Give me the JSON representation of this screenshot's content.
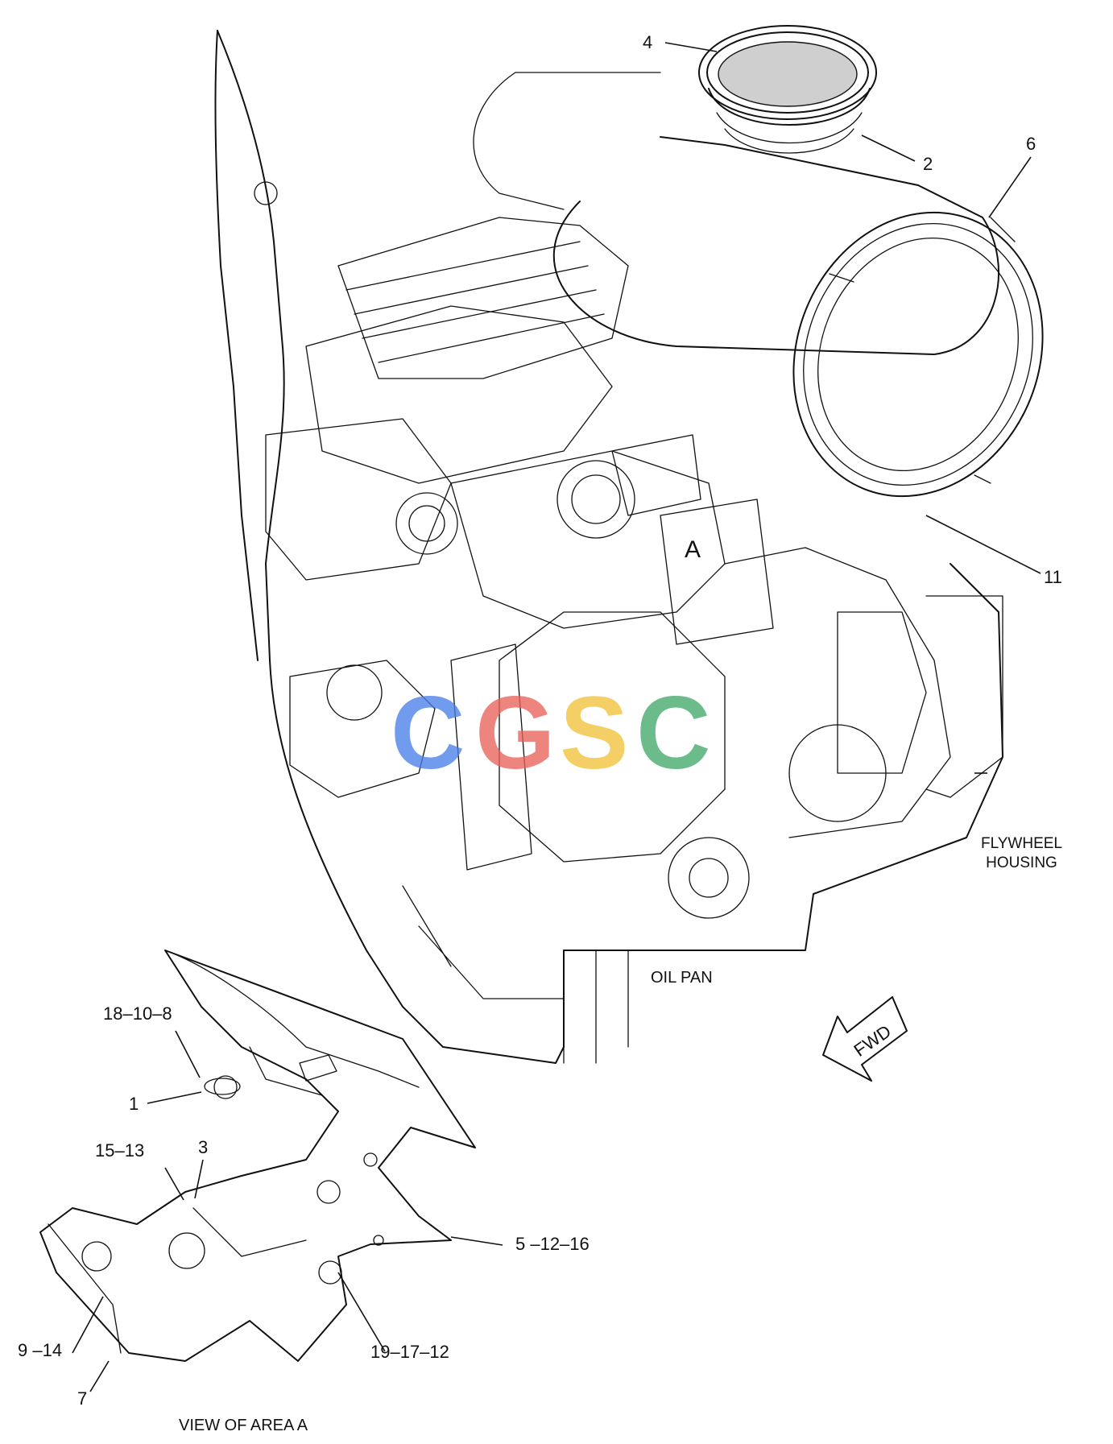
{
  "callouts": {
    "c4": "4",
    "c2": "2",
    "c6": "6",
    "c11": "11",
    "a": "A",
    "flywheel": "FLYWHEEL\nHOUSING",
    "oil_pan": "OIL PAN",
    "fwd": "FWD",
    "c18_10_8": "18–10–8",
    "c1": "1",
    "c15_13": "15–13",
    "c3": "3",
    "c5_12_16": "5 –12–16",
    "c9_14": "9 –14",
    "c19_17_12": "19–17–12",
    "c7": "7",
    "view_caption": "VIEW OF AREA  A"
  },
  "watermark": {
    "letters": [
      "C",
      "G",
      "S",
      "C"
    ],
    "colors": [
      "#4a7fe8",
      "#e8625a",
      "#f2c23a",
      "#43a86a"
    ]
  }
}
